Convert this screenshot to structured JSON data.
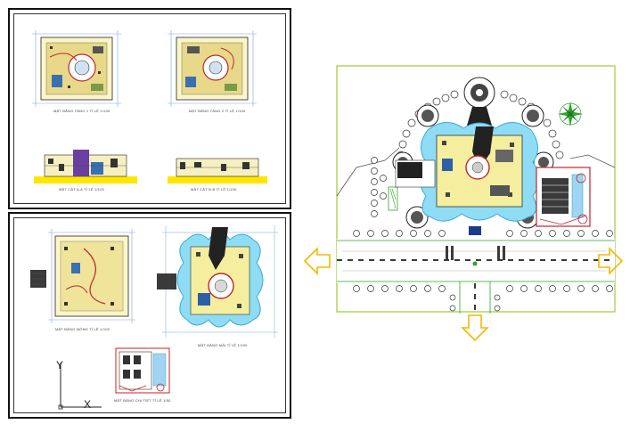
{
  "sheet_top": {
    "labels": {
      "floor1": "MẶT BẰNG TẦNG 1",
      "floor1_scale": "TỈ LỆ 1/100",
      "floor2": "MẶT BẰNG TẦNG 2",
      "floor2_scale": "TỈ LỆ 1/100",
      "section_aa": "MẶT CẮT A-A",
      "section_aa_scale": "TỈ LỆ 1/100",
      "section_bb": "MẶT CẮT B-B",
      "section_bb_scale": "TỈ LỆ 1/100"
    }
  },
  "sheet_bottom": {
    "labels": {
      "foundation": "MẶT BẰNG MÓNG",
      "foundation_scale": "TỈ LỆ 1/100",
      "roof": "MẶT BẰNG MÁI",
      "roof_scale": "TỈ LỆ 1/100",
      "detail": "MẶT BẰNG CHI TIẾT",
      "detail_scale": "TỈ LỆ 1/50"
    },
    "ucs": {
      "y_label": "Y",
      "x_label": "X"
    }
  },
  "site_plan": {
    "colors": {
      "boundary": "#9acd32",
      "water": "#5bc8f0",
      "arrow": "#f5b800",
      "road_line": "#3a3a3a",
      "paving": "#e8e08a",
      "accent_red": "#d21f1f",
      "compass": "#2aa52a"
    }
  }
}
